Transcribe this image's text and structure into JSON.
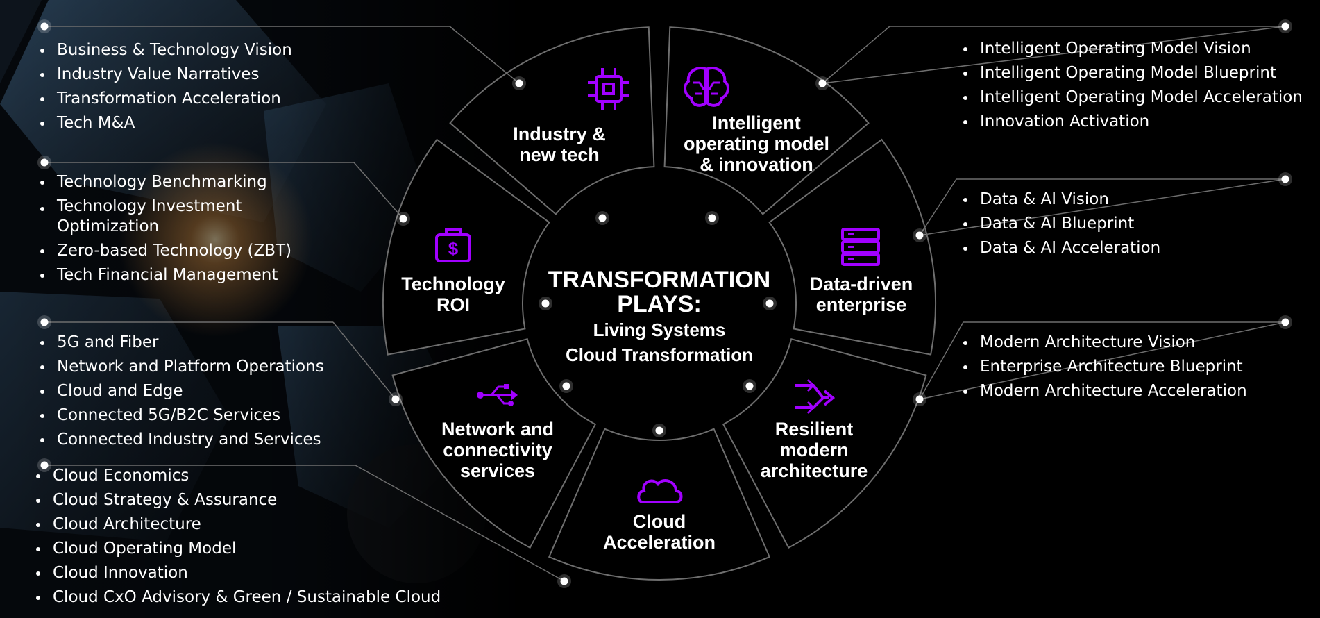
{
  "center": {
    "title_line1": "TRANSFORMATION",
    "title_line2": "PLAYS:",
    "sub_line1": "Living Systems",
    "sub_line2": "Cloud Transformation"
  },
  "segments": [
    {
      "id": "industry",
      "icon": "chip-icon",
      "lines": [
        "Industry &",
        "new tech"
      ],
      "items": [
        "Business & Technology Vision",
        "Industry Value Narratives",
        "Transformation Acceleration",
        "Tech M&A"
      ]
    },
    {
      "id": "intelligent",
      "icon": "brain-icon",
      "lines": [
        "Intelligent",
        "operating model",
        "& innovation"
      ],
      "items": [
        "Intelligent Operating Model Vision",
        "Intelligent Operating Model Blueprint",
        "Intelligent Operating Model Acceleration",
        "Innovation Activation"
      ]
    },
    {
      "id": "data",
      "icon": "server-icon",
      "lines": [
        "Data-driven",
        "enterprise"
      ],
      "items": [
        "Data & AI Vision",
        "Data & AI Blueprint",
        "Data & AI  Acceleration"
      ]
    },
    {
      "id": "resilient",
      "icon": "usb-arrows-icon",
      "lines": [
        "Resilient",
        "modern",
        "architecture"
      ],
      "items": [
        "Modern Architecture Vision",
        "Enterprise Architecture Blueprint",
        "Modern Architecture Acceleration"
      ]
    },
    {
      "id": "cloud",
      "icon": "cloud-icon",
      "lines": [
        "Cloud",
        "Acceleration"
      ],
      "items": [
        "Cloud Economics",
        "Cloud Strategy & Assurance",
        "Cloud Architecture",
        "Cloud Operating Model",
        "Cloud Innovation",
        "Cloud CxO Advisory & Green / Sustainable Cloud"
      ]
    },
    {
      "id": "network",
      "icon": "usb-icon",
      "lines": [
        "Network and",
        "connectivity",
        "services"
      ],
      "items": [
        "5G and Fiber",
        "Network and Platform Operations",
        "Cloud and Edge",
        "Connected 5G/B2C Services",
        "Connected Industry and Services"
      ]
    },
    {
      "id": "roi",
      "icon": "money-bag-icon",
      "lines": [
        "Technology",
        "ROI"
      ],
      "items": [
        "Technology Benchmarking",
        "Technology Investment Optimization",
        "Zero-based Technology (ZBT)",
        "Tech Financial Management"
      ]
    }
  ],
  "colors": {
    "accent": "#a100ff",
    "line": "#6e6e6e",
    "text": "#ffffff",
    "background": "#000000"
  }
}
